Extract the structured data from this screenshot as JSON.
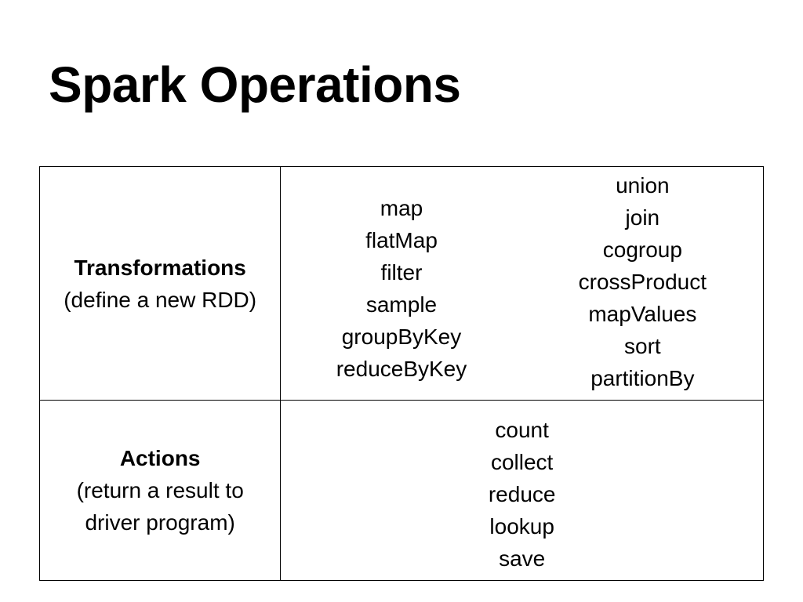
{
  "slide": {
    "title": "Spark Operations"
  },
  "table": {
    "transformations": {
      "heading": "Transformations",
      "description": "(define a new RDD)",
      "ops_left": [
        "map",
        "flatMap",
        "filter",
        "sample",
        "groupByKey",
        "reduceByKey"
      ],
      "ops_right": [
        "union",
        "join",
        "cogroup",
        "crossProduct",
        "mapValues",
        "sort",
        "partitionBy"
      ]
    },
    "actions": {
      "heading": "Actions",
      "description_line1": "(return a result to",
      "description_line2": "driver program)",
      "ops": [
        "count",
        "collect",
        "reduce",
        "lookup",
        "save"
      ]
    }
  },
  "colors": {
    "background": "#ffffff",
    "text": "#000000",
    "border": "#000000"
  }
}
